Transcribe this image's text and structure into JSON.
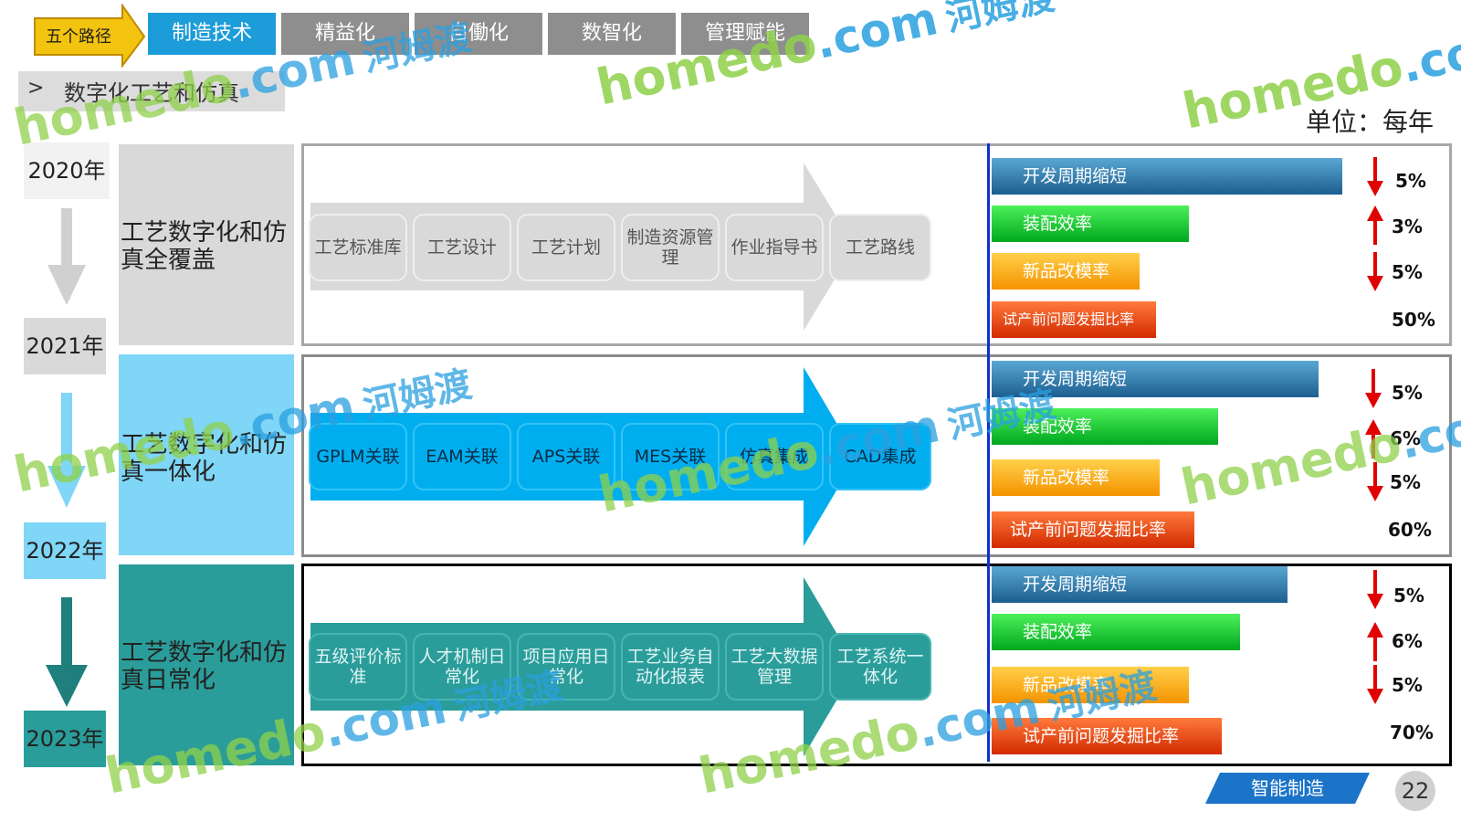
{
  "nav": {
    "arrow_label": "五个路径",
    "tabs": [
      {
        "label": "制造技术",
        "active": true
      },
      {
        "label": "精益化",
        "active": false
      },
      {
        "label": "自働化",
        "active": false
      },
      {
        "label": "数智化",
        "active": false
      },
      {
        "label": "管理赋能",
        "active": false
      }
    ]
  },
  "breadcrumb": "数字化工艺和仿真",
  "unit": "单位：每年",
  "years": [
    "2020年",
    "2021年",
    "2022年",
    "2023年"
  ],
  "stages": [
    {
      "title": "工艺数字化和仿真全覆盖",
      "steps": [
        "工艺标准库",
        "工艺设计",
        "工艺计划",
        "制造资源管理",
        "作业指导书",
        "工艺路线"
      ]
    },
    {
      "title": "工艺数字化和仿真一体化",
      "steps": [
        "GPLM关联",
        "EAM关联",
        "APS关联",
        "MES关联",
        "仿真集成",
        "CAD集成"
      ]
    },
    {
      "title": "工艺数字化和仿真日常化",
      "steps": [
        "五级评价标准",
        "人才机制日常化",
        "项目应用日常化",
        "工艺业务自动化报表",
        "工艺大数据管理",
        "工艺系统一体化"
      ]
    }
  ],
  "chart_data": {
    "type": "bar",
    "unit": "单位：每年",
    "categories": [
      "开发周期缩短",
      "装配效率",
      "新品改模率",
      "试产前问题发掘比率"
    ],
    "series": [
      {
        "values_pct": [
          5,
          3,
          5,
          50
        ],
        "direction": [
          "down",
          "up",
          "down",
          "none"
        ],
        "labels": [
          "5%",
          "3%",
          "5%",
          "50%"
        ]
      },
      {
        "values_pct": [
          5,
          6,
          5,
          60
        ],
        "direction": [
          "down",
          "up",
          "down",
          "none"
        ],
        "labels": [
          "5%",
          "6%",
          "5%",
          "60%"
        ]
      },
      {
        "values_pct": [
          5,
          6,
          5,
          70
        ],
        "direction": [
          "down",
          "up",
          "down",
          "none"
        ],
        "labels": [
          "5%",
          "6%",
          "5%",
          "70%"
        ]
      }
    ],
    "bar_colors": [
      "#1c5e8f",
      "#00a81e",
      "#f59300",
      "#d22a00"
    ],
    "arrow_color": "#e00000"
  },
  "watermark": {
    "brand": "homedo",
    "domain": ".com",
    "cn": "河姆渡"
  },
  "footer": {
    "tab_label": "智能制造",
    "page": "22"
  },
  "colors": {
    "accent": "#1c9cd8",
    "nav_gray": "#8e8e8e",
    "stage1": "#d9d9d9",
    "stage2": "#7fd6f7",
    "stage3": "#2a9d9a"
  }
}
